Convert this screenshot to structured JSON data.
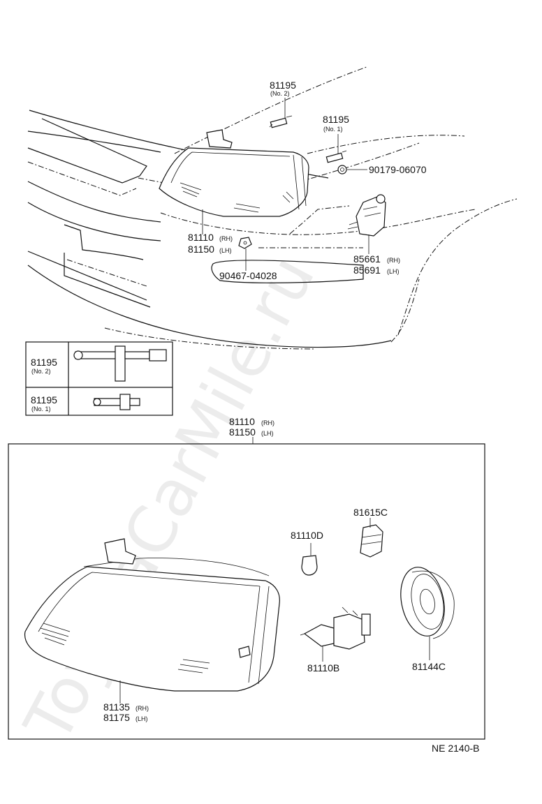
{
  "watermark": "ToyotaCarMile.ru",
  "drawing_code": "NE 2140-B",
  "upper": {
    "bolt_no2": {
      "num": "81195",
      "sub": "(No. 2)"
    },
    "bolt_no1": {
      "num": "81195",
      "sub": "(No. 1)"
    },
    "nut": "90179-06070",
    "headlamp_rh": {
      "num": "81110",
      "sub": "(RH)"
    },
    "headlamp_lh": {
      "num": "81150",
      "sub": "(LH)"
    },
    "clip": "90467-04028",
    "socket_rh": {
      "num": "85661",
      "sub": "(RH)"
    },
    "socket_lh": {
      "num": "85691",
      "sub": "(LH)"
    }
  },
  "legend_table": {
    "rows": [
      {
        "num": "81195",
        "sub": "(No. 2)"
      },
      {
        "num": "81195",
        "sub": "(No. 1)"
      }
    ]
  },
  "lower": {
    "assembly_rh": {
      "num": "81110",
      "sub": "(RH)"
    },
    "assembly_lh": {
      "num": "81150",
      "sub": "(LH)"
    },
    "socket": "81615C",
    "small_bulb": "81110D",
    "halogen_bulb": "81110B",
    "bulb_cover": "81144C",
    "lens_rh": {
      "num": "81135",
      "sub": "(RH)"
    },
    "lens_lh": {
      "num": "81175",
      "sub": "(LH)"
    }
  }
}
